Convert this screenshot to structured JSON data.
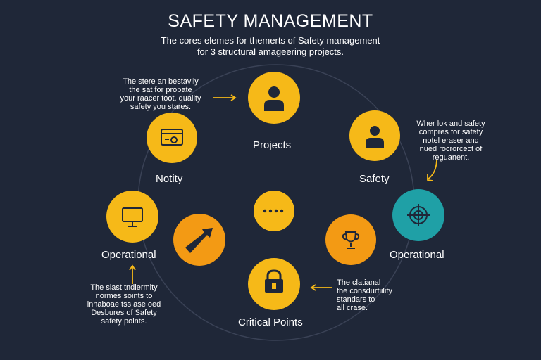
{
  "title": "SAFETY MANAGEMENT",
  "subtitle_line1": "The cores elemes for themerts of Safety management",
  "subtitle_line2": "for 3 structural amageering projects.",
  "colors": {
    "background": "#1f2738",
    "yellow": "#f6b918",
    "orange": "#f39a14",
    "teal": "#1fa0a6",
    "ring": "#3a4256",
    "arrow": "#f6b918"
  },
  "nodes": {
    "projects": {
      "label": "Projects",
      "icon": "person-icon"
    },
    "safety": {
      "label": "Safety",
      "icon": "person-icon"
    },
    "notity": {
      "label": "Notity",
      "icon": "browser-window-icon"
    },
    "operational_left": {
      "label": "Operational",
      "icon": "monitor-icon"
    },
    "operational_right": {
      "label": "Operational",
      "icon": "target-icon"
    },
    "critical": {
      "label": "Critical Points",
      "icon": "lock-icon"
    },
    "center": {
      "icon": "ellipsis-icon"
    },
    "arrow_node": {
      "icon": "arrow-icon"
    },
    "trophy_node": {
      "icon": "trophy-icon"
    }
  },
  "notes": {
    "top_left": [
      "The stere an bestavlly",
      "the sat for propate",
      "your raacer toot. duality",
      "safety you stares."
    ],
    "top_right": [
      "Wher lok and safety",
      "compres for safety",
      "notel eraser and",
      "nued rocrorcect of",
      "reguanent."
    ],
    "bottom_left": [
      "The siast tndiermity",
      "normes soints to",
      "innaboae tss ase oed",
      "Desbures of Safety",
      "safety points."
    ],
    "bottom_right": [
      "The clatianal",
      "the consdurtiility",
      "standars to",
      "all crase."
    ]
  }
}
